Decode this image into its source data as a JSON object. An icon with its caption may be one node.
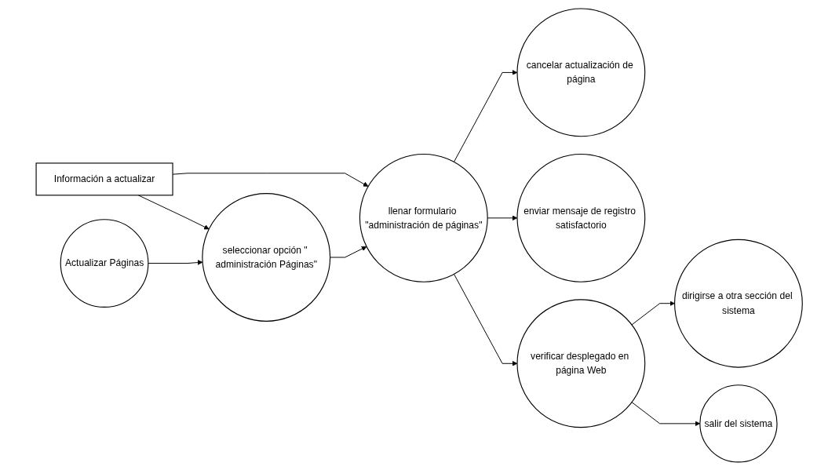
{
  "diagram": {
    "nodes": [
      {
        "text": [
          "Información a actualizar"
        ]
      },
      {
        "text": [
          "Actualizar Páginas"
        ]
      },
      {
        "text": [
          "seleccionar opción \" administración Páginas\""
        ]
      },
      {
        "text": [
          "cancelar actualización de página"
        ]
      },
      {
        "text": [
          "enviar mensaje de registro satisfactorio"
        ]
      },
      {
        "text": [
          "llenar formulario \"administración de páginas\""
        ]
      },
      {
        "text": [
          "verificar desplegado en página Web"
        ]
      },
      {
        "text": [
          "dirigirse a otra sección del sistema"
        ]
      },
      {
        "text": [
          "salir del sistema"
        ]
      }
    ],
    "edges": [
      {
        "from": 0,
        "to": 2,
        "arrow": "to"
      },
      {
        "from": 0,
        "to": 5,
        "arrow": "to"
      },
      {
        "from": 1,
        "to": 2,
        "arrow": "to"
      },
      {
        "from": 2,
        "to": 5,
        "arrow": "to"
      },
      {
        "from": 5,
        "to": 3,
        "arrow": "to"
      },
      {
        "from": 5,
        "to": 4,
        "arrow": "to"
      },
      {
        "from": 5,
        "to": 6,
        "arrow": "to"
      },
      {
        "from": 6,
        "to": 7,
        "arrow": "to"
      },
      {
        "from": 6,
        "to": 8,
        "arrow": "to"
      }
    ]
  }
}
